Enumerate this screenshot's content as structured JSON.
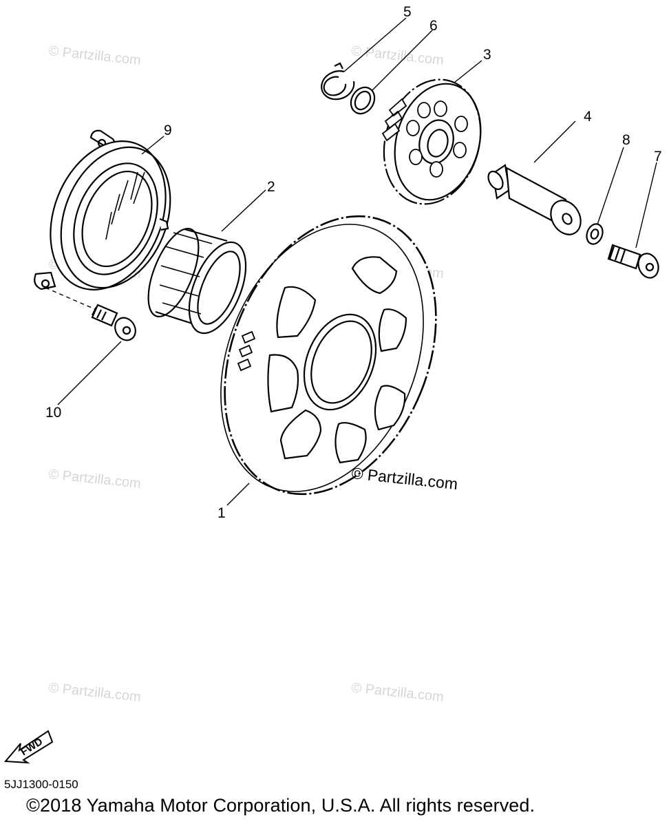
{
  "callouts": {
    "c1": "1",
    "c2": "2",
    "c3": "3",
    "c4": "4",
    "c5": "5",
    "c6": "6",
    "c7": "7",
    "c8": "8",
    "c9": "9",
    "c10": "10"
  },
  "watermark": "© Partzilla.com",
  "fwd_label": "FWD",
  "diagram_code": "5JJ1300-0150",
  "copyright": "©2018 Yamaha Motor Corporation, U.S.A. All rights reserved."
}
